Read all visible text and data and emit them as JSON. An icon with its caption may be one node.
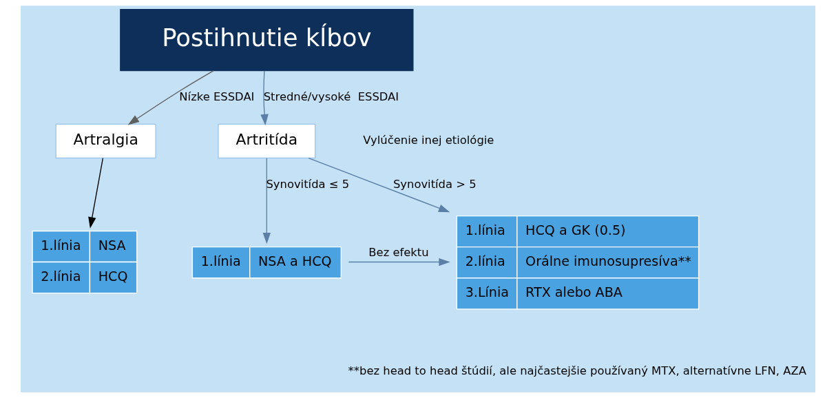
{
  "diagram": {
    "nodes": [
      {
        "text": [
          "Postihnutie kĺbov"
        ]
      },
      {
        "text": [
          "Artralgia"
        ]
      },
      {
        "text": [
          "Artritída"
        ]
      },
      {
        "text": [
          "1.línia",
          "NSA",
          "2.línia",
          "HCQ"
        ]
      },
      {
        "text": [
          "1.línia",
          "NSA a HCQ"
        ]
      },
      {
        "text": [
          "1.línia",
          "HCQ a GK (0.5)",
          "2.línia",
          "Orálne imunosupresíva**",
          "3.Línia",
          "RTX alebo ABA"
        ]
      }
    ],
    "edges": [
      {
        "from": 0,
        "to": 1,
        "arrow": "to",
        "label": "Nízke ESSDAI",
        "color": "#606060"
      },
      {
        "from": 0,
        "to": 2,
        "arrow": "to",
        "label": "Stredné/vysoké  ESSDAI"
      },
      {
        "from": 1,
        "to": 3,
        "arrow": "to",
        "color": "#000000"
      },
      {
        "from": 2,
        "to": 4,
        "arrow": "to",
        "label": "Synovitída ≤ 5"
      },
      {
        "from": 2,
        "to": 5,
        "arrow": "to",
        "label": "Synovitída > 5"
      },
      {
        "from": 4,
        "to": 5,
        "arrow": "to",
        "label": "Bez efektu"
      }
    ],
    "labels": [
      "Vylúčenie inej etiológie",
      "**bez head to head štúdií, ale najčastejšie používaný MTX, alternatívne LFN, AZA"
    ]
  }
}
